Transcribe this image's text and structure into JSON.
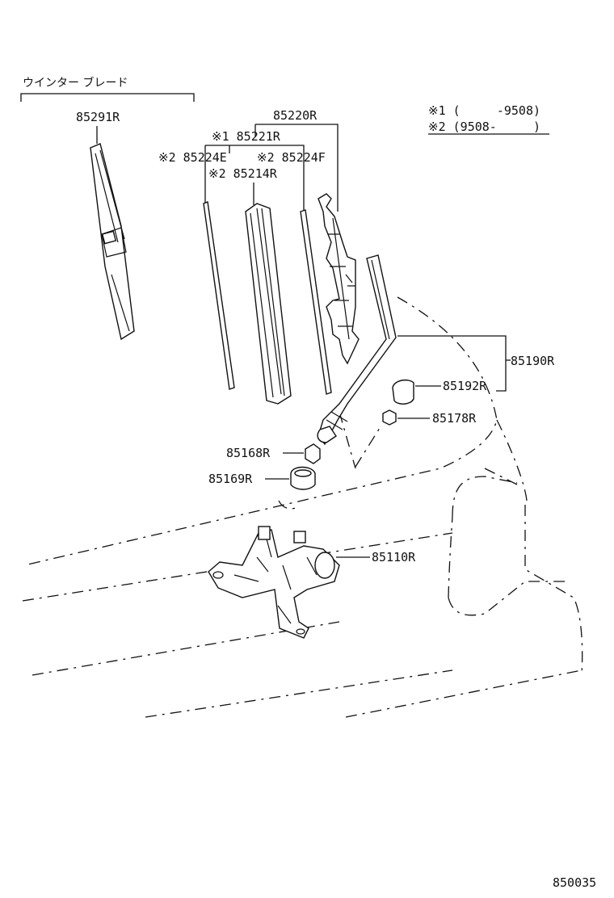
{
  "header": {
    "winter_blade": "ウインター ブレード",
    "note_1": "※1 (     -9508)",
    "note_2": "※2 (9508-     )"
  },
  "labels": {
    "p85291R": "85291R",
    "p85220R": "85220R",
    "p85221R": "※1 85221R",
    "p85224E": "※2 85224E",
    "p85224F": "※2 85224F",
    "p85214R": "※2 85214R",
    "p85190R": "85190R",
    "p85192R": "85192R",
    "p85178R": "85178R",
    "p85168R": "85168R",
    "p85169R": "85169R",
    "p85110R": "85110R"
  },
  "figure_number": "850035"
}
